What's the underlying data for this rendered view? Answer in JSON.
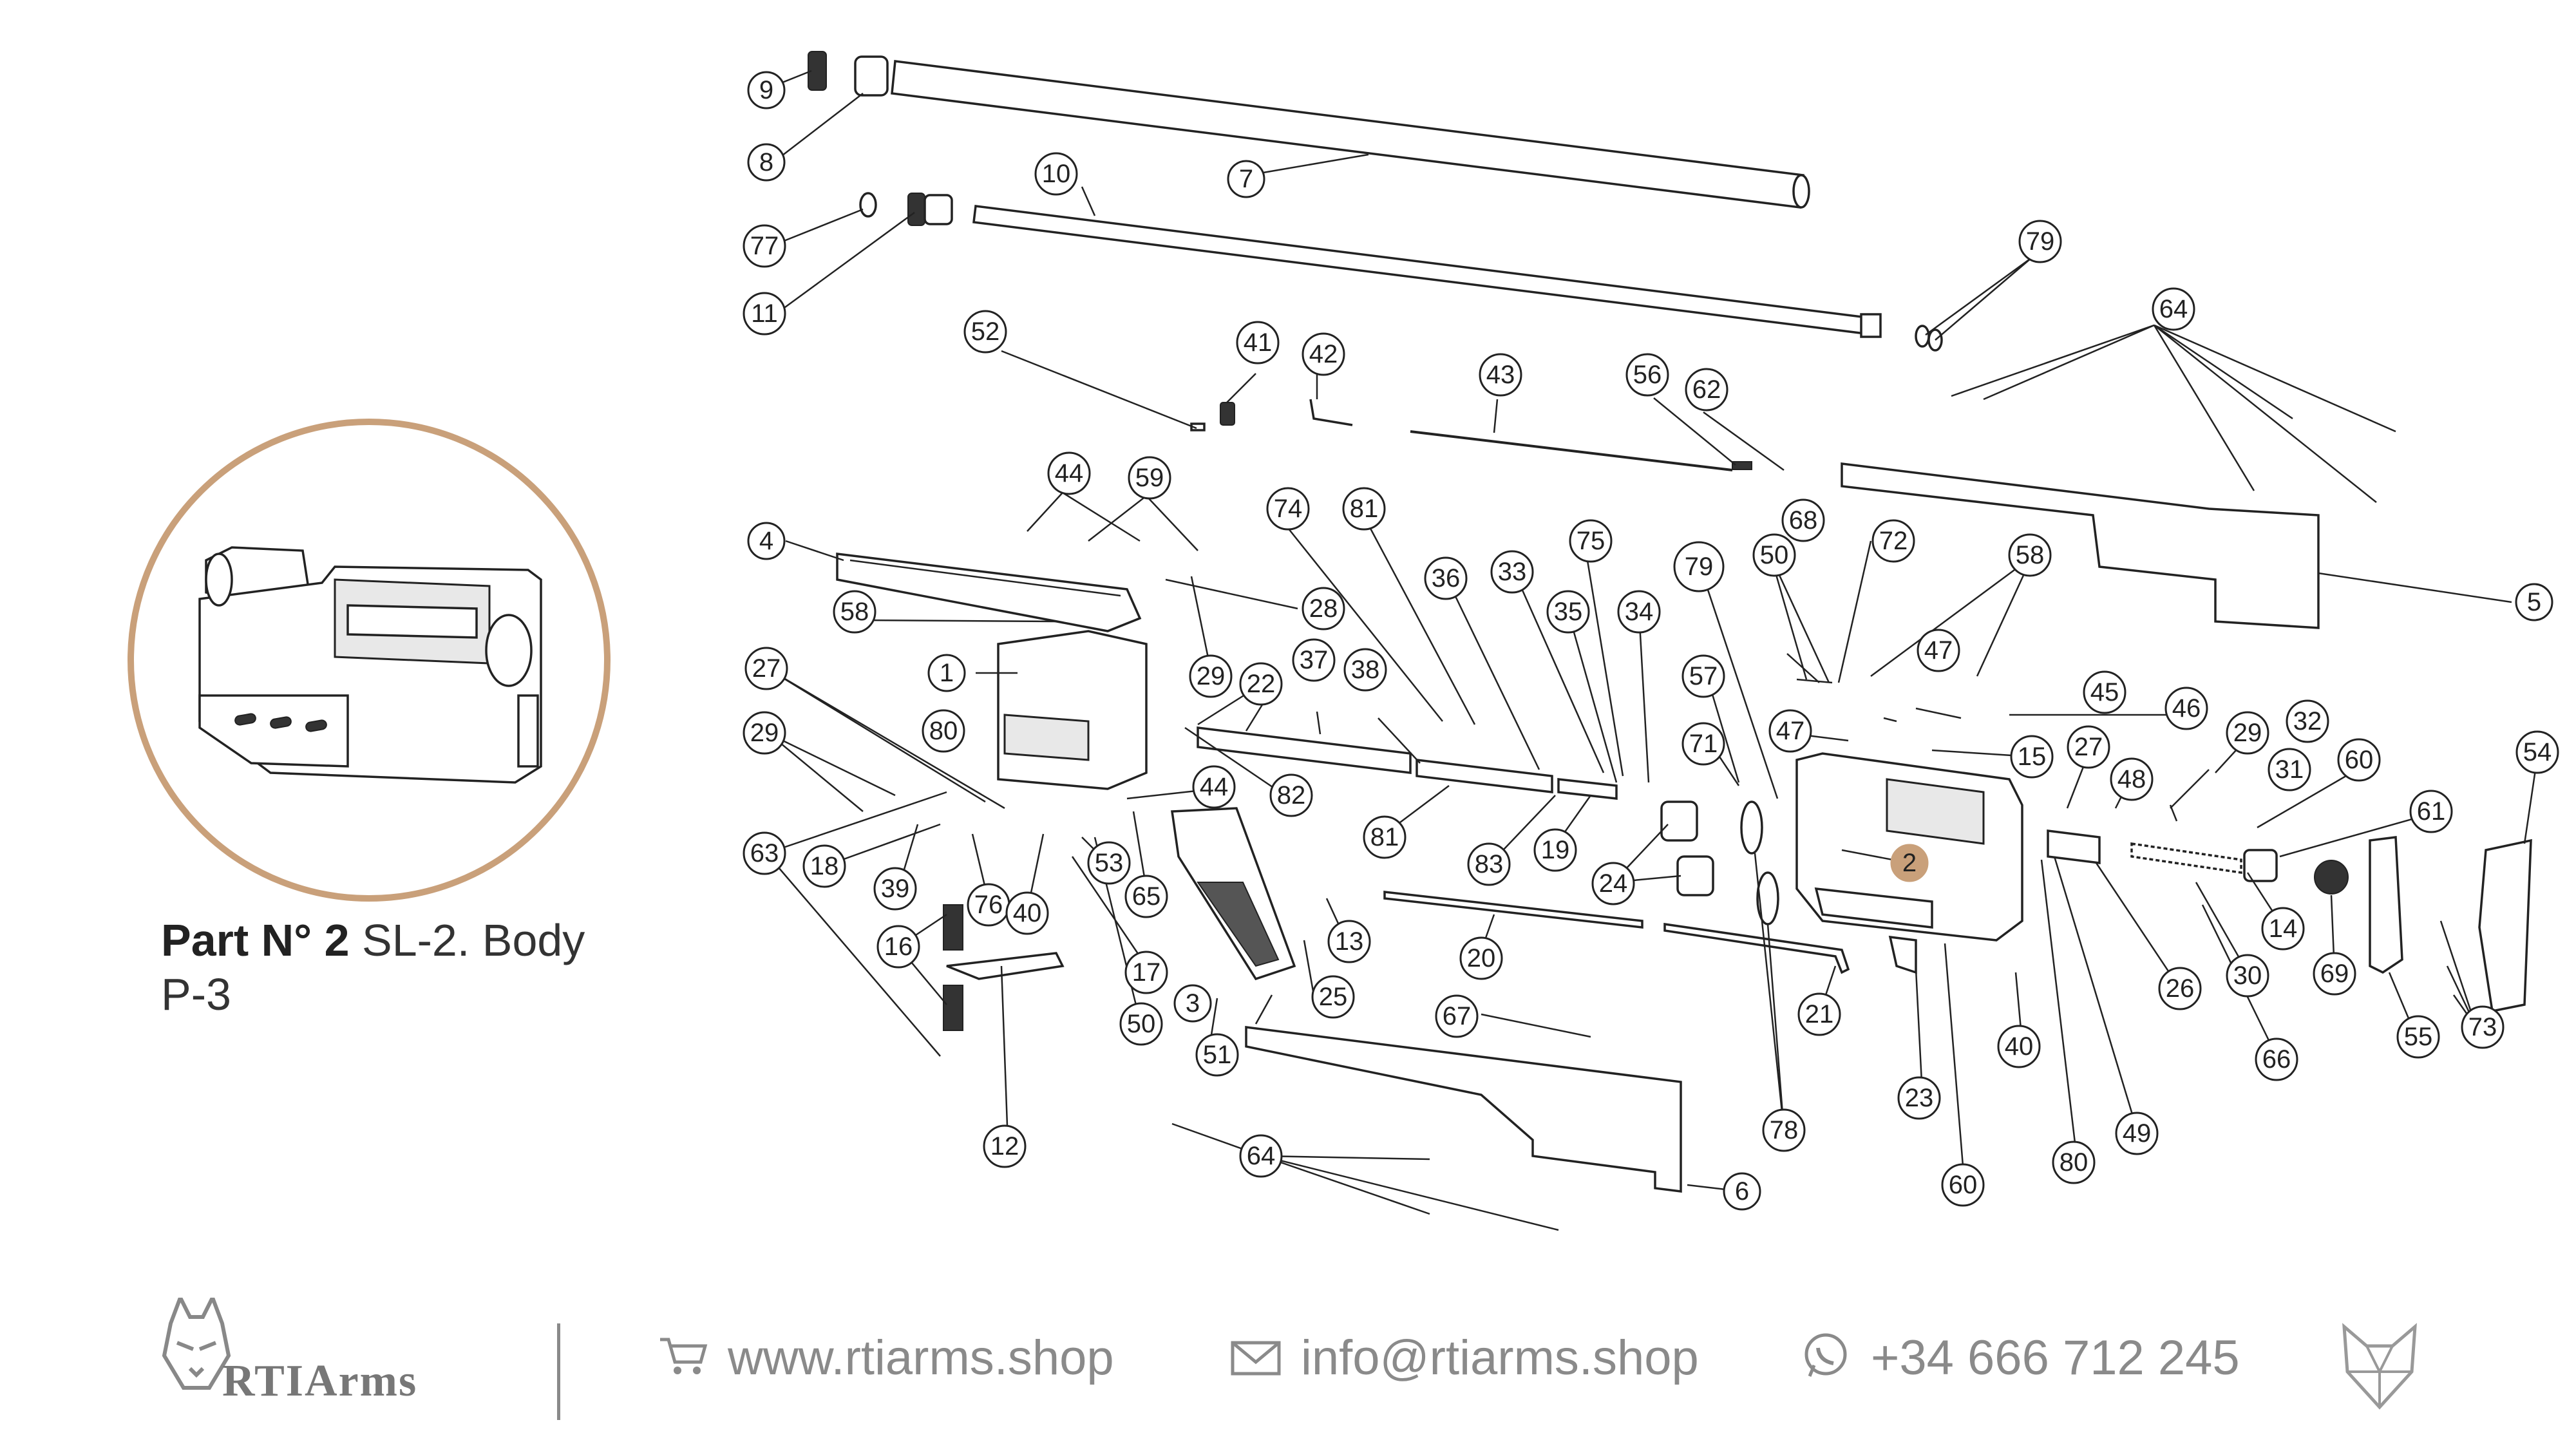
{
  "inset": {
    "part_number_label": "Part N° 2",
    "part_title": "SL-2. Body",
    "page_ref": "P-3"
  },
  "footer": {
    "brand": "RTIArms",
    "website": "www.rtiarms.shop",
    "email": "info@rtiarms.shop",
    "phone": "+34 666 712 245"
  },
  "highlight_color": "#c9a07a",
  "callouts": [
    "9",
    "8",
    "7",
    "10",
    "77",
    "11",
    "79",
    "64",
    "52",
    "41",
    "42",
    "43",
    "56",
    "62",
    "44",
    "59",
    "4",
    "74",
    "81",
    "36",
    "33",
    "75",
    "35",
    "34",
    "79",
    "50",
    "68",
    "72",
    "58",
    "5",
    "58",
    "1",
    "28",
    "27",
    "29",
    "22",
    "37",
    "38",
    "80",
    "29",
    "82",
    "47",
    "45",
    "46",
    "57",
    "71",
    "15",
    "27",
    "48",
    "29",
    "32",
    "31",
    "60",
    "61",
    "54",
    "63",
    "18",
    "44",
    "39",
    "76",
    "40",
    "53",
    "65",
    "81",
    "83",
    "19",
    "24",
    "2",
    "26",
    "14",
    "69",
    "55",
    "73",
    "16",
    "17",
    "25",
    "13",
    "20",
    "21",
    "67",
    "50",
    "3",
    "51",
    "12",
    "64",
    "6",
    "23",
    "60",
    "40",
    "80",
    "49",
    "78",
    "66",
    "30"
  ]
}
